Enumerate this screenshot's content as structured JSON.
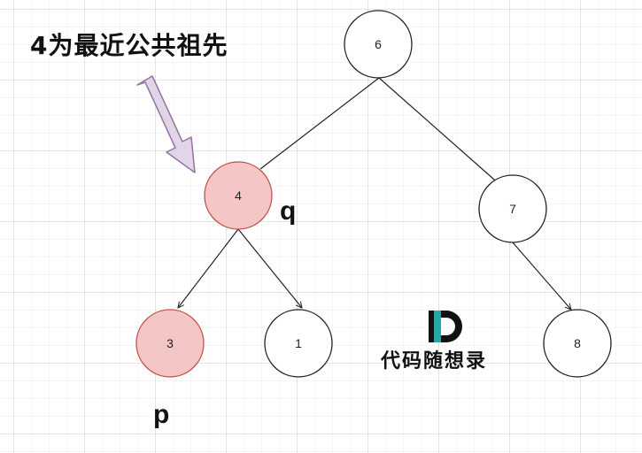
{
  "title": "4为最近公共祖先",
  "nodes": {
    "n6": "6",
    "n4": "4",
    "n7": "7",
    "n3": "3",
    "n1": "1",
    "n8": "8"
  },
  "markers": {
    "q": "q",
    "p": "p"
  },
  "watermark": {
    "text": "代码随想录"
  },
  "colors": {
    "highlight_fill": "#f5c6c6",
    "highlight_stroke": "#c0504d",
    "arrow_fill": "#e1d5e7",
    "arrow_stroke": "#9673a6",
    "logo_teal": "#2aa6a6"
  }
}
